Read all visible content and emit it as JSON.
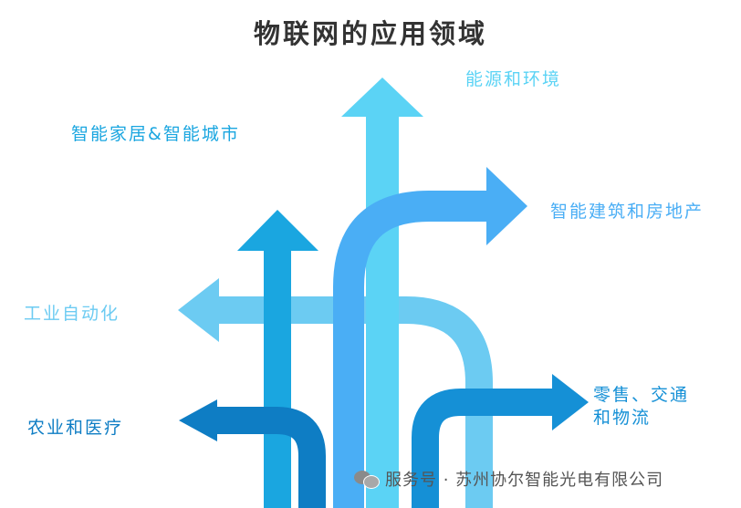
{
  "title": "物联网的应用领域",
  "labels": {
    "energy": "能源和环境",
    "smart_home": "智能家居&智能城市",
    "building": "智能建筑和房地产",
    "industry": "工业自动化",
    "retail_line1": "零售、交通",
    "retail_line2": "和物流",
    "agriculture": "农业和医疗"
  },
  "watermark": {
    "text": "服务号 · 苏州协尔智能光电有限公司"
  },
  "colors": {
    "energy": "#5BD3F5",
    "smart_home": "#1AA6E0",
    "building": "#4AAEF5",
    "industry": "#6CCBF2",
    "retail": "#1590D6",
    "agriculture": "#0E7DC4",
    "title": "#333333"
  },
  "icons": {
    "watermark": "wechat-icon"
  }
}
